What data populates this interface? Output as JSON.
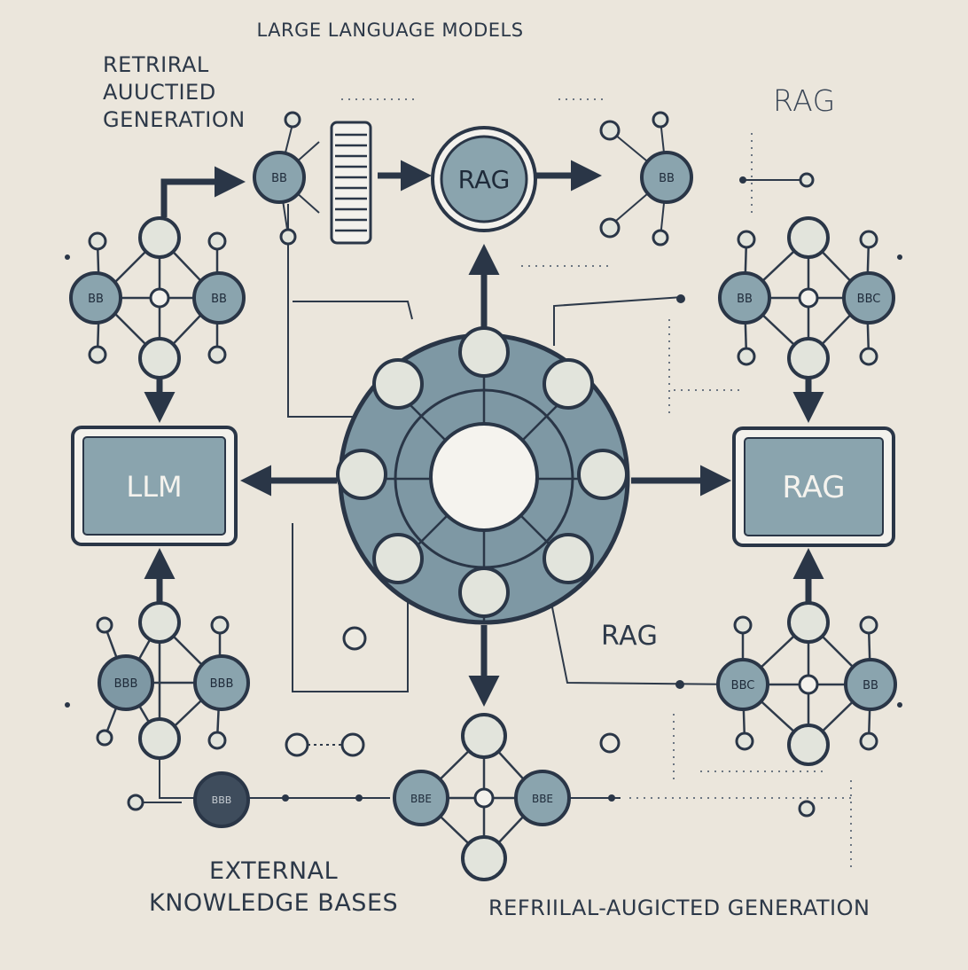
{
  "header": {
    "title": "LARGE LANGUAGE MODELS"
  },
  "top_left_title": {
    "lines": [
      "RETRIRAL",
      "AUUCTIED",
      "GENERATION"
    ]
  },
  "top_right_label": "RAG",
  "middle_right_label": "RAG",
  "bottom_left_title": {
    "lines": [
      "EXTERNAL",
      "KNOWLEDGE BASES"
    ]
  },
  "bottom_right_title": "REFRIILAL-AUGICTED GENERATION",
  "blocks": {
    "llm": "LLM",
    "rag_right": "RAG",
    "rag_top_circle": "RAG"
  },
  "node_labels": {
    "top_left_hub": "BB",
    "top_right_hub": "BB",
    "ul_left": "BB",
    "ul_right": "BB",
    "ur_left": "BB",
    "ur_right": "BBC",
    "ll_left": "BBB",
    "ll_right": "BBB",
    "lr_left": "BBC",
    "lr_right": "BB",
    "bc_left": "BBE",
    "bc_right": "BBE",
    "bl_dark": "BBB"
  },
  "colors": {
    "background": "#ebe6dc",
    "steel_blue": "#8aa4ae",
    "dark_navy": "#2a3647",
    "node_fill": "#e2e4dc",
    "hub_fill": "#7e98a4",
    "white_core": "#f5f3ee"
  }
}
